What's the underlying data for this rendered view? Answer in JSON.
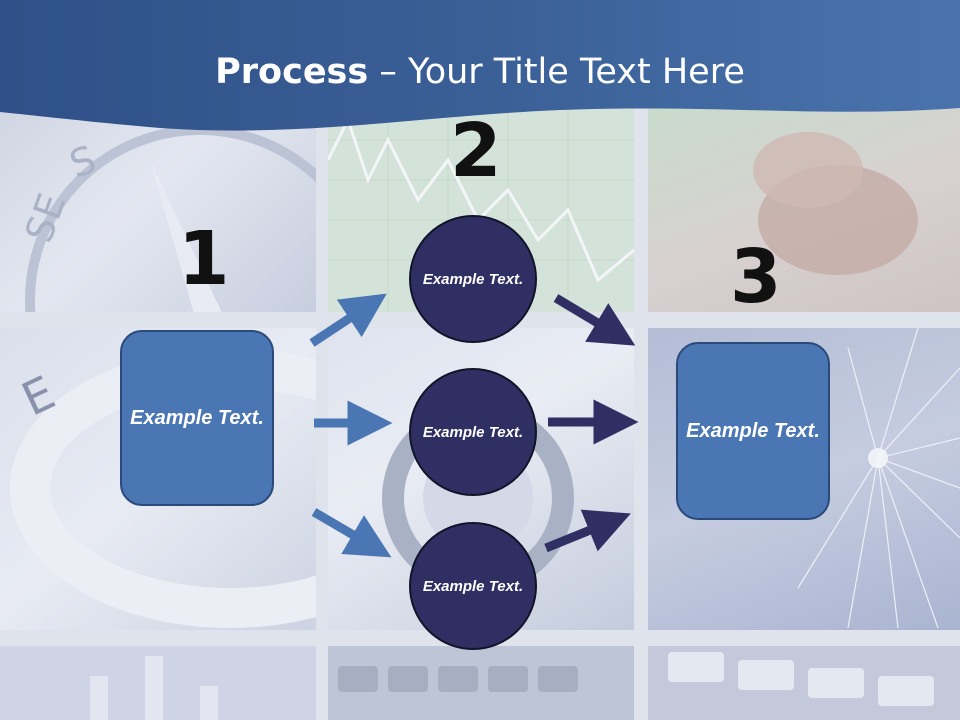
{
  "header": {
    "title_bold": "Process",
    "title_rest": " – Your Title Text Here"
  },
  "steps": {
    "step1_number": "1",
    "step2_number": "2",
    "step3_number": "3"
  },
  "nodes": {
    "start_box": "Example Text.",
    "circle_top": "Example Text.",
    "circle_middle": "Example Text.",
    "circle_bottom": "Example Text.",
    "end_box": "Example Text."
  },
  "colors": {
    "header_blue": "#3a5f96",
    "box_blue": "#4a76b3",
    "circle_navy": "#302f63",
    "arrow_left": "#4a76b3",
    "arrow_right": "#302f63"
  }
}
